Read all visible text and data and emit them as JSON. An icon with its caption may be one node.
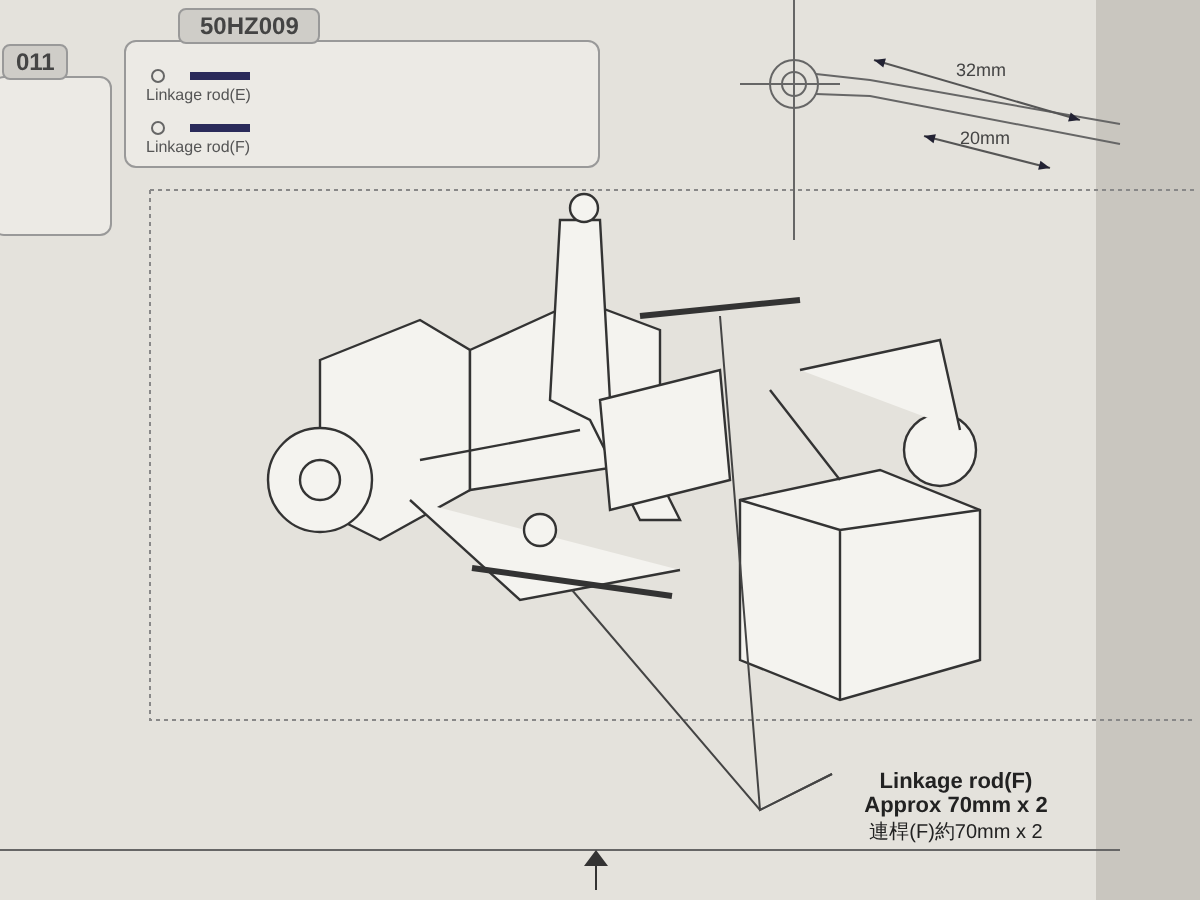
{
  "diagram": {
    "nodes": [
      {
        "text": [
          "50HZ009"
        ]
      },
      {
        "text": [
          "Linkage rod(E)"
        ],
        "in": 0
      },
      {
        "text": [
          "Linkage rod(F)"
        ],
        "in": 0
      },
      {
        "text": [
          "011"
        ]
      },
      {
        "text": [
          "Linkage rod(F)",
          "Approx 70mm x 2",
          "連桿(F)約70mm x 2"
        ]
      },
      {
        "text": [],
        "shape": "bar"
      },
      {
        "text": [],
        "shape": "bar"
      }
    ],
    "edges": [
      {
        "from": 4,
        "to": 5,
        "arrow": "none"
      },
      {
        "from": 4,
        "to": 6,
        "arrow": "none"
      }
    ],
    "labels": [
      "32mm",
      "20mm"
    ]
  }
}
